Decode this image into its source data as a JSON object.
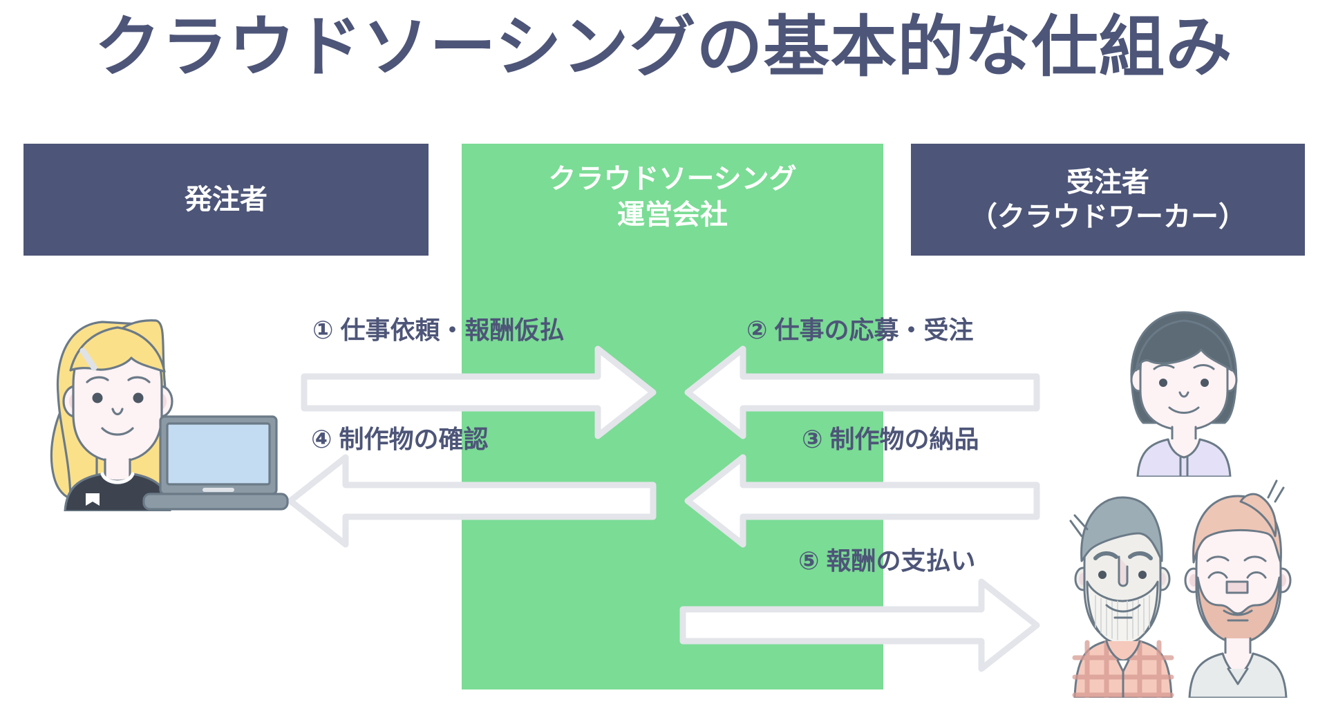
{
  "page": {
    "title": "クラウドソーシングの基本的な仕組み",
    "background_color": "#ffffff"
  },
  "colors": {
    "navy": "#4d5578",
    "green": "#7bdc95",
    "arrow_fill": "#ffffff",
    "arrow_stroke": "#e3e5ea",
    "text_navy": "#4d5578",
    "text_white": "#ffffff"
  },
  "columns": {
    "left_header": {
      "label": "発注者",
      "background": "#4d5578",
      "text_color": "#ffffff"
    },
    "center_header": {
      "line1": "クラウドソーシング",
      "line2": "運営会社",
      "background": "#7bdc95",
      "text_color": "#ffffff"
    },
    "right_header": {
      "line1": "受注者",
      "line2": "（クラウドワーカー）",
      "background": "#4d5578",
      "text_color": "#ffffff"
    }
  },
  "flows": [
    {
      "number": "①",
      "label": "① 仕事依頼・報酬仮払",
      "direction": "right",
      "from": "発注者",
      "to": "クラウドソーシング運営会社"
    },
    {
      "number": "②",
      "label": "② 仕事の応募・受注",
      "direction": "left",
      "from": "受注者",
      "to": "クラウドソーシング運営会社"
    },
    {
      "number": "③",
      "label": "③ 制作物の納品",
      "direction": "left",
      "from": "受注者",
      "to": "クラウドソーシング運営会社"
    },
    {
      "number": "④",
      "label": "④ 制作物の確認",
      "direction": "left",
      "from": "クラウドソーシング運営会社",
      "to": "発注者"
    },
    {
      "number": "⑤",
      "label": "⑤ 報酬の支払い",
      "direction": "right",
      "from": "クラウドソーシング運営会社",
      "to": "受注者"
    }
  ],
  "illustrations": {
    "client": {
      "name": "blonde-woman-with-laptop",
      "hair_color": "#fbe08a",
      "skin_color": "#fdf2f4",
      "top_color": "#3d4450",
      "laptop_screen_color": "#c3dcf2"
    },
    "worker_woman": {
      "name": "short-hair-woman",
      "hair_color": "#5c6b75",
      "skin_color": "#fdf2f4",
      "blouse_color": "#e3e0f7"
    },
    "worker_man_gray": {
      "name": "gray-bearded-man",
      "hair_color": "#9dadb5",
      "skin_color": "#efeeea",
      "shirt_pattern": "plaid",
      "shirt_color": "#f6c9bd"
    },
    "worker_man_ginger": {
      "name": "ginger-bearded-man",
      "hair_color": "#eec6b6",
      "skin_color": "#fdf2f4",
      "beard_color": "#e8bdae",
      "sweater_color": "#e7ebec"
    }
  }
}
